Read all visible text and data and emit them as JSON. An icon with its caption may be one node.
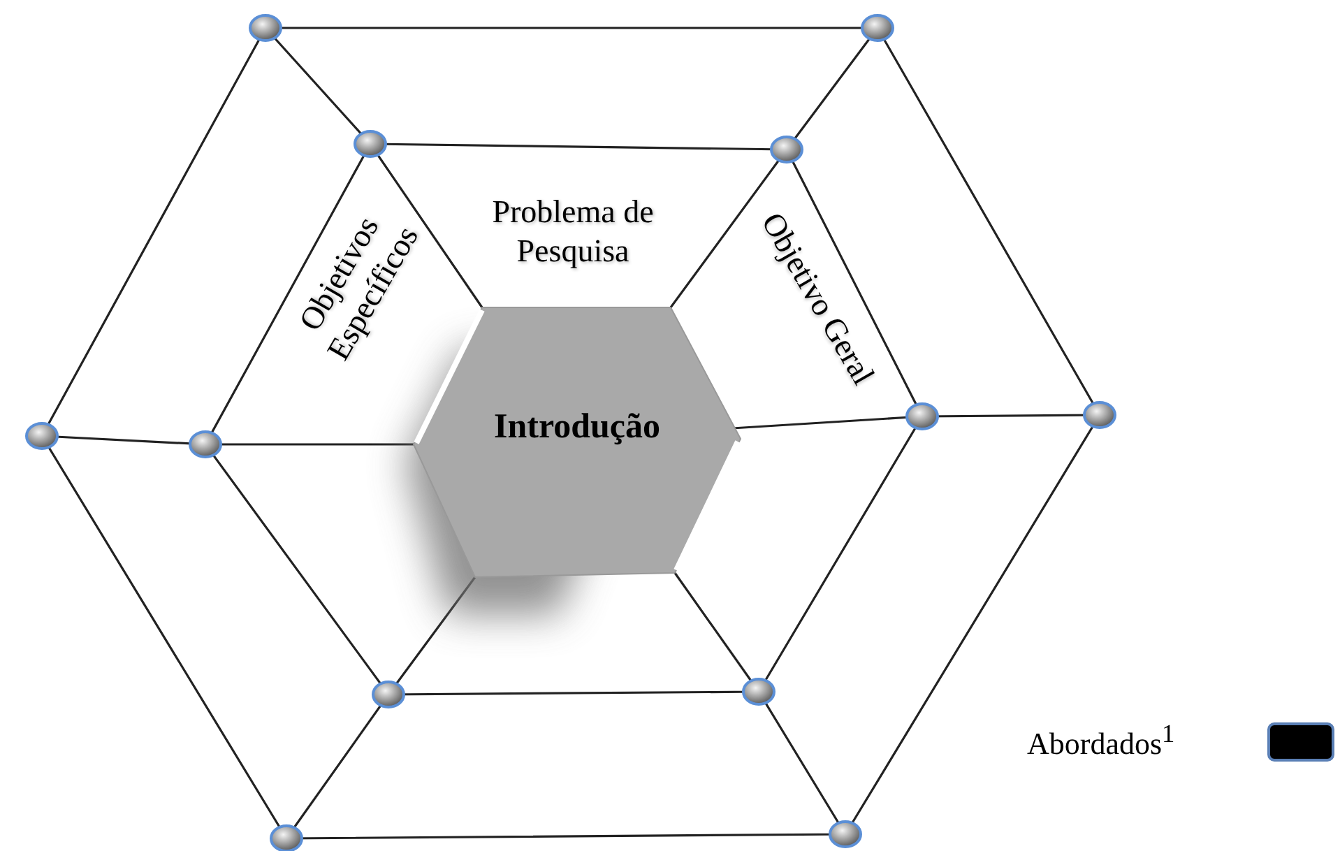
{
  "diagram": {
    "nodes": [
      {
        "text": [
          "Introdução"
        ]
      }
    ],
    "labels": [
      "Problema de Pesquisa",
      "Objetivos Específicos",
      "Objetivo Geral"
    ],
    "legend": [
      {
        "text": "Abordados$^{1}$",
        "color": "#000000"
      }
    ]
  }
}
